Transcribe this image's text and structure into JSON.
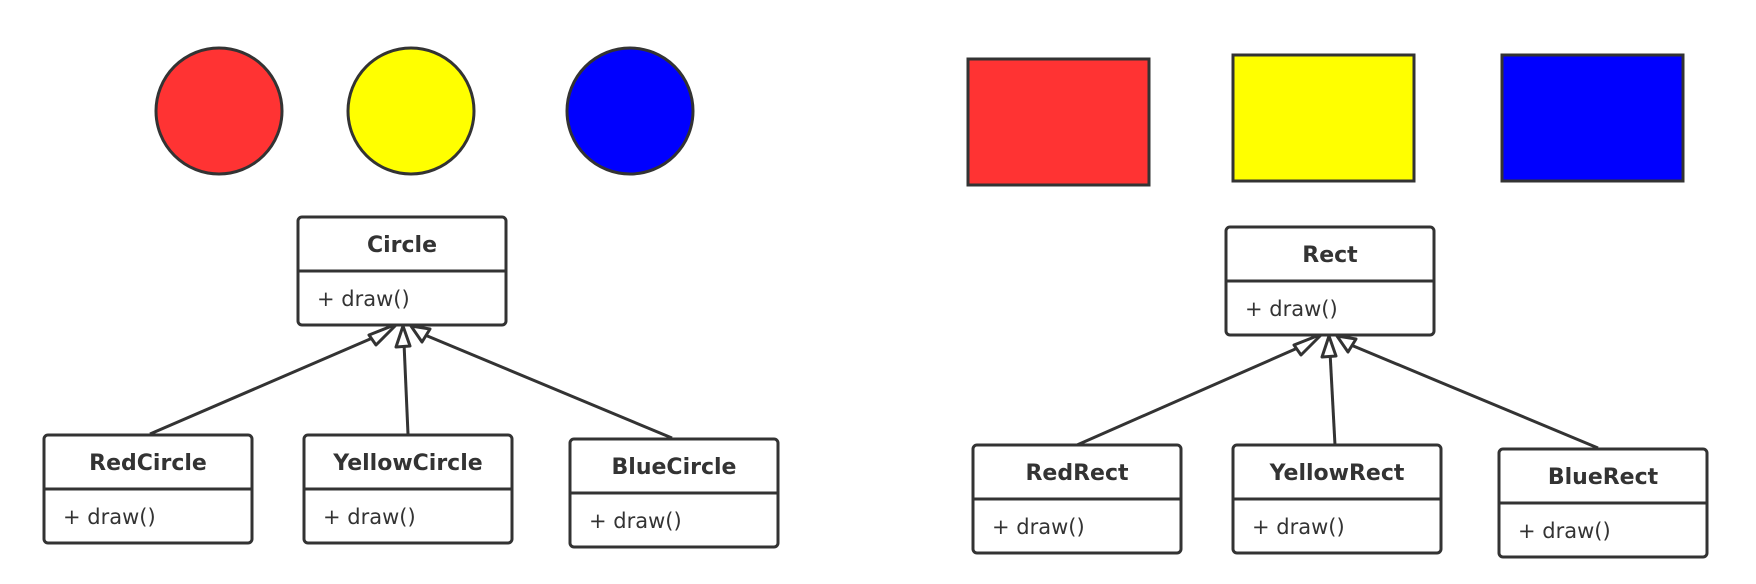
{
  "colors": {
    "red": "#ff3333",
    "yellow": "#ffff00",
    "blue": "#0000ff",
    "outline": "#333333"
  },
  "circles": {
    "shapes": [
      {
        "name": "red-circle",
        "color": "#ff3333"
      },
      {
        "name": "yellow-circle",
        "color": "#ffff00"
      },
      {
        "name": "blue-circle",
        "color": "#0000ff"
      }
    ],
    "parent": {
      "name": "Circle",
      "method": "+ draw()"
    },
    "children": [
      {
        "name": "RedCircle",
        "method": "+ draw()"
      },
      {
        "name": "YellowCircle",
        "method": "+ draw()"
      },
      {
        "name": "BlueCircle",
        "method": "+ draw()"
      }
    ]
  },
  "rects": {
    "shapes": [
      {
        "name": "red-rect",
        "color": "#ff3333"
      },
      {
        "name": "yellow-rect",
        "color": "#ffff00"
      },
      {
        "name": "blue-rect",
        "color": "#0000ff"
      }
    ],
    "parent": {
      "name": "Rect",
      "method": "+ draw()"
    },
    "children": [
      {
        "name": "RedRect",
        "method": "+ draw()"
      },
      {
        "name": "YellowRect",
        "method": "+ draw()"
      },
      {
        "name": "BlueRect",
        "method": "+ draw()"
      }
    ]
  }
}
